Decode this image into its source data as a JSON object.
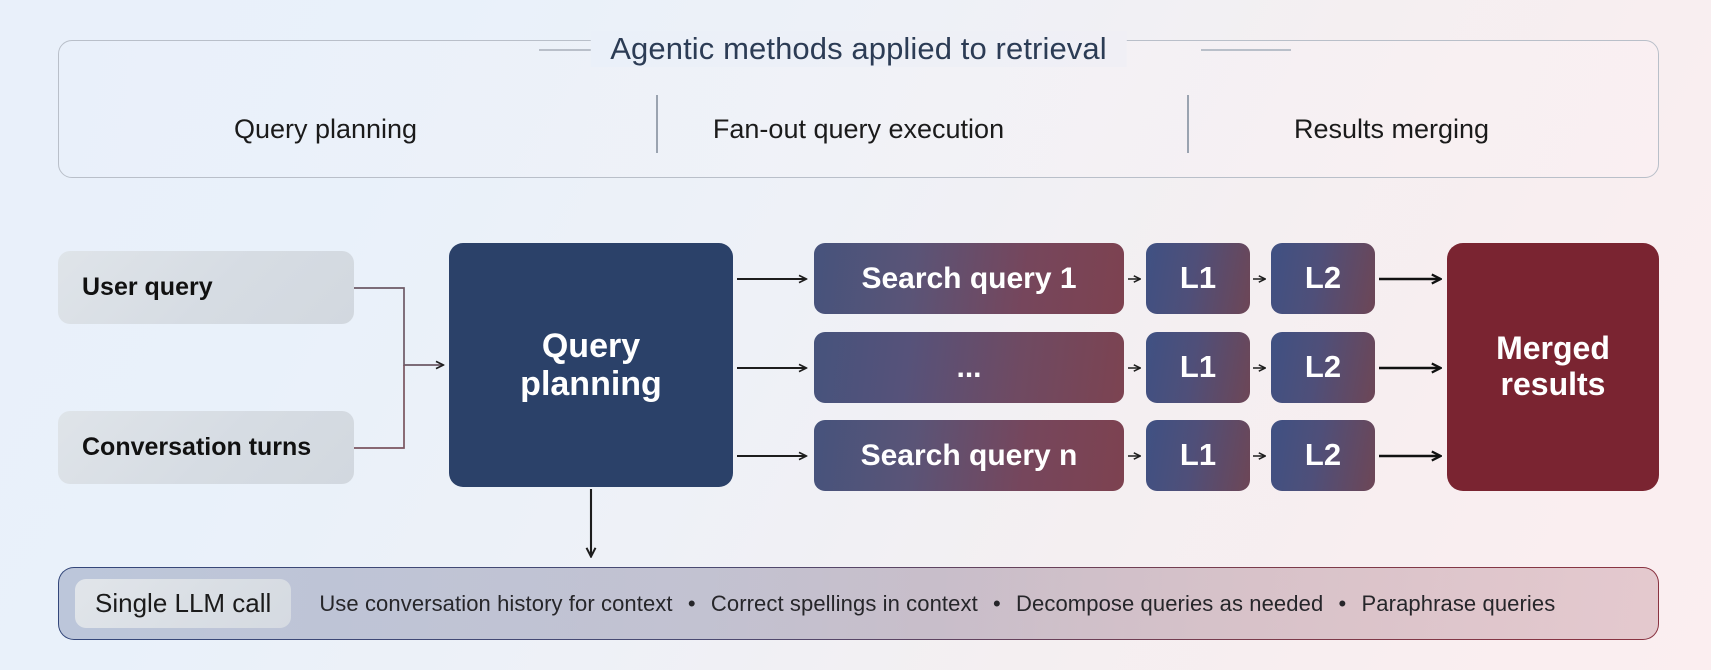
{
  "legend": {
    "title": "Agentic methods applied to retrieval",
    "columns": [
      {
        "label": "Query planning"
      },
      {
        "label": "Fan-out query execution"
      },
      {
        "label": "Results merging"
      }
    ]
  },
  "flow": {
    "inputs": [
      {
        "label": "User query"
      },
      {
        "label": "Conversation turns"
      }
    ],
    "planner": {
      "label": "Query\nplanning",
      "line1": "Query",
      "line2": "planning"
    },
    "rows": [
      {
        "query": "Search query 1",
        "stages": [
          "L1",
          "L2"
        ]
      },
      {
        "query": "...",
        "stages": [
          "L1",
          "L2"
        ]
      },
      {
        "query": "Search query n",
        "stages": [
          "L1",
          "L2"
        ]
      }
    ],
    "merged": {
      "line1": "Merged",
      "line2": "results"
    }
  },
  "footer": {
    "chip": "Single LLM call",
    "bullet": "•",
    "points": [
      "Use conversation history for context",
      "Correct spellings in context",
      "Decompose queries as needed",
      "Paraphrase queries"
    ]
  },
  "colors": {
    "planner": "#2b4169",
    "merged": "#7a2431",
    "gradient_start": "#46537c",
    "gradient_end": "#7d4250",
    "panel_border": "#b9bfc9",
    "title_text": "#2c3c55"
  }
}
